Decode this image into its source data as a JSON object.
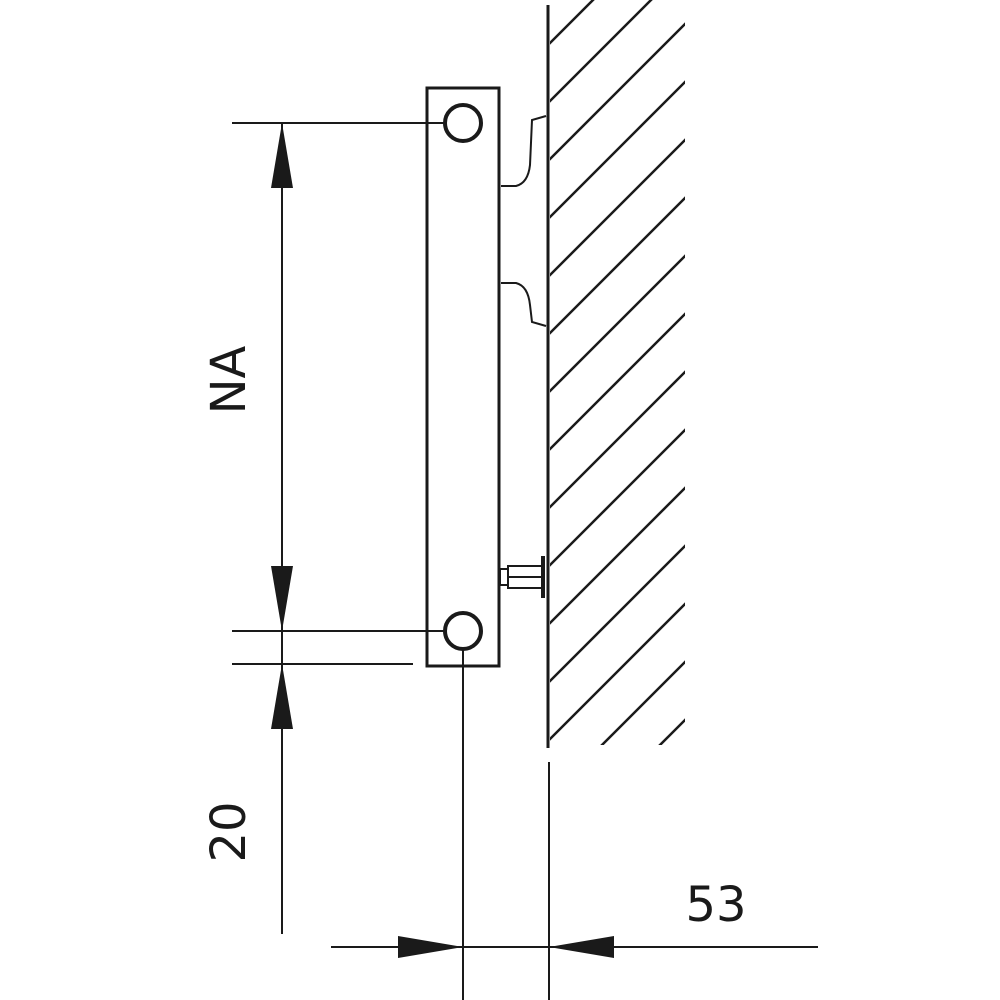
{
  "diagram": {
    "labels": {
      "na": "NA",
      "twenty": "20",
      "fifty_three": "53"
    },
    "colors": {
      "line": "#1a1a1a",
      "background": "#ffffff"
    }
  }
}
